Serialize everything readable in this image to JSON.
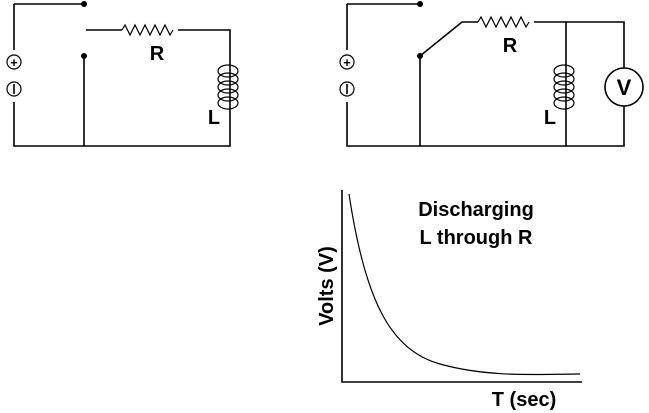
{
  "circuit_left": {
    "resistor_label": "R",
    "inductor_label": "L",
    "battery_plus": "+",
    "battery_minus": "−"
  },
  "circuit_right": {
    "resistor_label": "R",
    "inductor_label": "L",
    "battery_plus": "+",
    "battery_minus": "−",
    "meter_label": "V"
  },
  "graph": {
    "title_line1": "Discharging",
    "title_line2": "L through R",
    "ylabel": "Volts (V)",
    "xlabel": "T (sec)",
    "curve": "exponential-decay"
  }
}
